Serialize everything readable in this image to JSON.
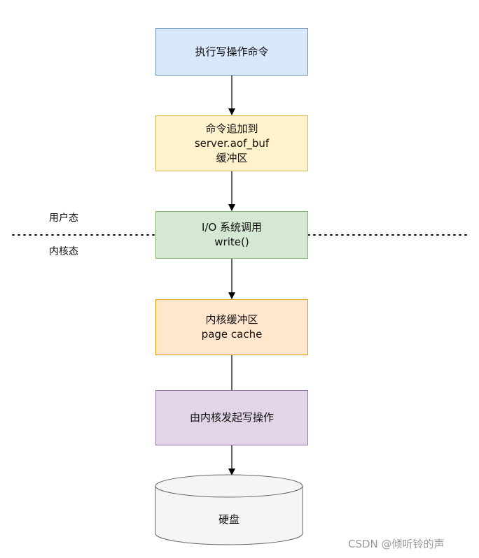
{
  "diagram": {
    "steps": [
      {
        "lines": [
          "执行写操作命令"
        ]
      },
      {
        "lines": [
          "命令追加到",
          "server.aof_buf",
          "缓冲区"
        ]
      },
      {
        "lines": [
          "I/O 系统调用",
          "write()"
        ]
      },
      {
        "lines": [
          "内核缓冲区",
          "page cache"
        ]
      },
      {
        "lines": [
          "由内核发起写操作"
        ]
      }
    ],
    "disk_label": "硬盘",
    "user_space_label": "用户态",
    "kernel_space_label": "内核态"
  },
  "watermark": "CSDN @倾听铃的声",
  "colors": {
    "step1_fill": "#dae8fc",
    "step2_fill": "#fff2cc",
    "step3_fill": "#d5e8d4",
    "step4_fill": "#ffe6cc",
    "step5_fill": "#e1d5e7",
    "disk_fill": "#f5f5f5"
  }
}
